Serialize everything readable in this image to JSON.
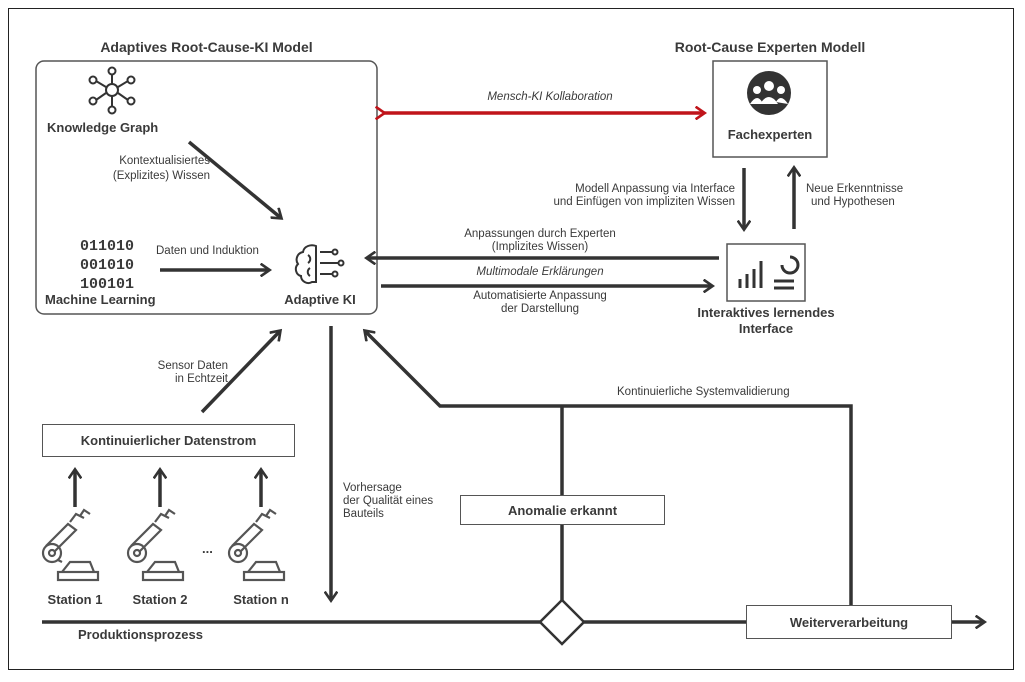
{
  "model": {
    "title": "Adaptives Root-Cause-KI Model",
    "knowledge_graph": "Knowledge Graph",
    "contextualized_knowledge": [
      "Kontextualisiertes",
      "(Explizites) Wissen"
    ],
    "binary_lines": [
      "011010",
      "001010",
      "100101"
    ],
    "machine_learning": "Machine Learning",
    "data_induction": "Daten und Induktion",
    "adaptive_ai": "Adaptive KI"
  },
  "expert": {
    "title": "Root-Cause Experten Modell",
    "experts": "Fachexperten"
  },
  "collaboration": "Mensch-KI Kollaboration",
  "interface": {
    "title": [
      "Interaktives lernendes",
      "Interface"
    ],
    "model_adjustment": [
      "Modell Anpassung via Interface",
      "und Einfügen von impliziten Wissen"
    ],
    "new_insights": [
      "Neue Erkenntnisse",
      "und Hypothesen"
    ],
    "expert_adjustments": [
      "Anpassungen durch Experten",
      "(Implizites Wissen)"
    ],
    "multimodal": "Multimodale Erklärungen",
    "auto_adjust": [
      "Automatisierte Anpassung",
      "der Darstellung"
    ]
  },
  "production": {
    "sensor_data": [
      "Sensor Daten",
      "in Echtzeit"
    ],
    "data_stream": "Kontinuierlicher Datenstrom",
    "stations": [
      "Station 1",
      "Station 2",
      "Station n"
    ],
    "ellipsis": "...",
    "process": "Produktionsprozess",
    "prediction": [
      "Vorhersage",
      "der Qualität eines",
      "Bauteils"
    ],
    "anomaly": "Anomalie erkannt",
    "validation": "Kontinuierliche Systemvalidierung",
    "further_processing": "Weiterverarbeitung"
  },
  "colors": {
    "line": "#333333",
    "collaboration_arrow": "#c0141a",
    "box_border": "#555555"
  }
}
